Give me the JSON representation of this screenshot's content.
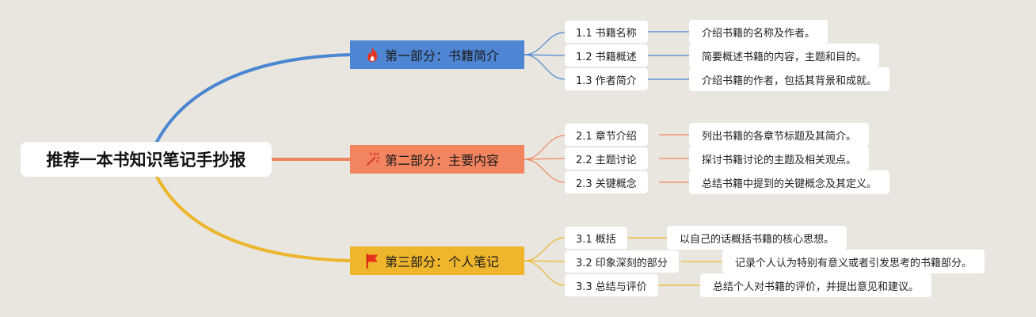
{
  "root": {
    "label": "推荐一本书知识笔记手抄报"
  },
  "sections": [
    {
      "label": "第一部分：书籍简介",
      "icon": "fire-icon",
      "color": "#4f86d4",
      "line_color": "#4a86d2",
      "items": [
        {
          "label": "1.1 书籍名称",
          "detail": "介绍书籍的名称及作者。"
        },
        {
          "label": "1.2 书籍概述",
          "detail": "简要概述书籍的内容，主题和目的。"
        },
        {
          "label": "1.3 作者简介",
          "detail": "介绍书籍的作者，包括其背景和成就。"
        }
      ]
    },
    {
      "label": "第二部分：主要内容",
      "icon": "sparkle-icon",
      "color": "#f2845f",
      "line_color": "#ef8560",
      "items": [
        {
          "label": "2.1 章节介绍",
          "detail": "列出书籍的各章节标题及其简介。"
        },
        {
          "label": "2.2 主题讨论",
          "detail": "探讨书籍讨论的主题及相关观点。"
        },
        {
          "label": "2.3 关键概念",
          "detail": "总结书籍中提到的关键概念及其定义。"
        }
      ]
    },
    {
      "label": "第三部分：个人笔记",
      "icon": "red-flag-icon",
      "color": "#efb62d",
      "line_color": "#edb52c",
      "items": [
        {
          "label": "3.1 概括",
          "detail": "以自己的话概括书籍的核心思想。"
        },
        {
          "label": "3.2 印象深刻的部分",
          "detail": "记录个人认为特别有意义或者引发思考的书籍部分。"
        },
        {
          "label": "3.3 总结与评价",
          "detail": "总结个人对书籍的评价，并提出意见和建议。"
        }
      ]
    }
  ]
}
